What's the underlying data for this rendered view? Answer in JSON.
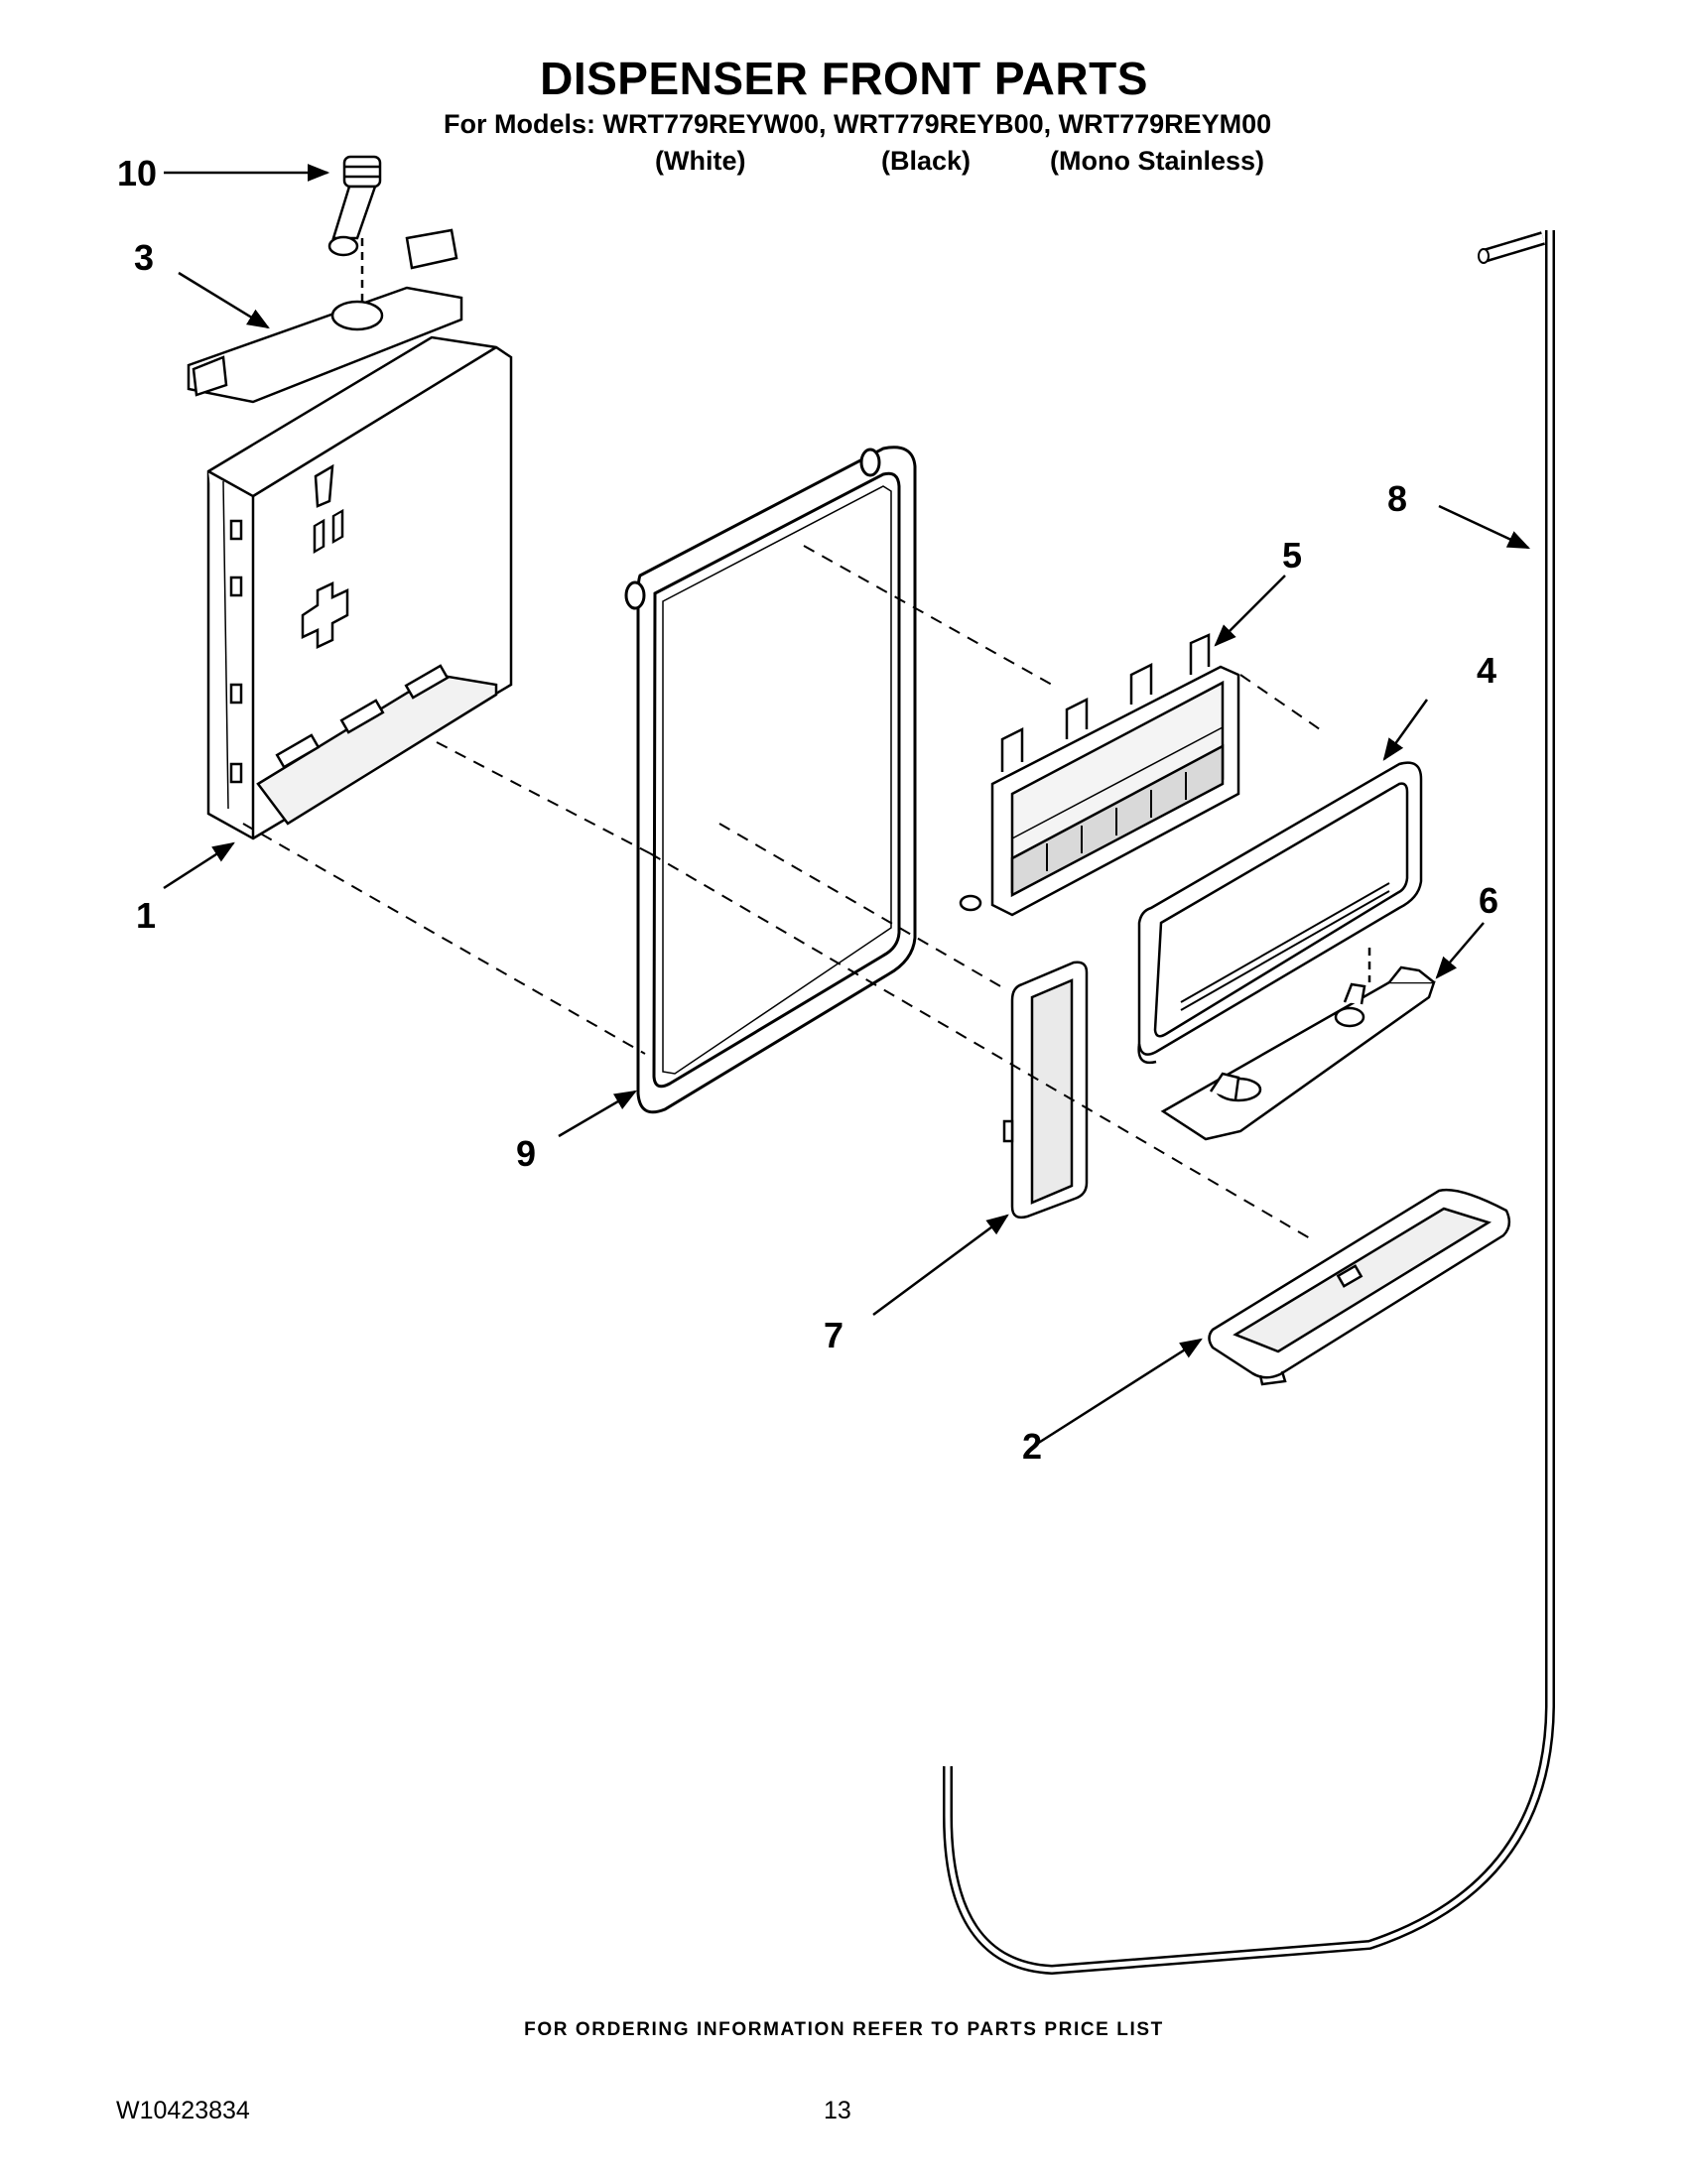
{
  "header": {
    "title": "DISPENSER FRONT PARTS",
    "models": "For Models: WRT779REYW00, WRT779REYB00, WRT779REYM00",
    "variant_white": "(White)",
    "variant_black": "(Black)",
    "variant_mono": "(Mono Stainless)"
  },
  "callouts": {
    "c1": "1",
    "c2": "2",
    "c3": "3",
    "c4": "4",
    "c5": "5",
    "c6": "6",
    "c7": "7",
    "c8": "8",
    "c9": "9",
    "c10": "10"
  },
  "footer": {
    "ordering": "FOR ORDERING INFORMATION REFER TO PARTS PRICE LIST",
    "doc_number": "W10423834",
    "page_number": "13"
  },
  "colors": {
    "ink": "#000000",
    "paper": "#ffffff",
    "shade": "#e6e6e6"
  }
}
